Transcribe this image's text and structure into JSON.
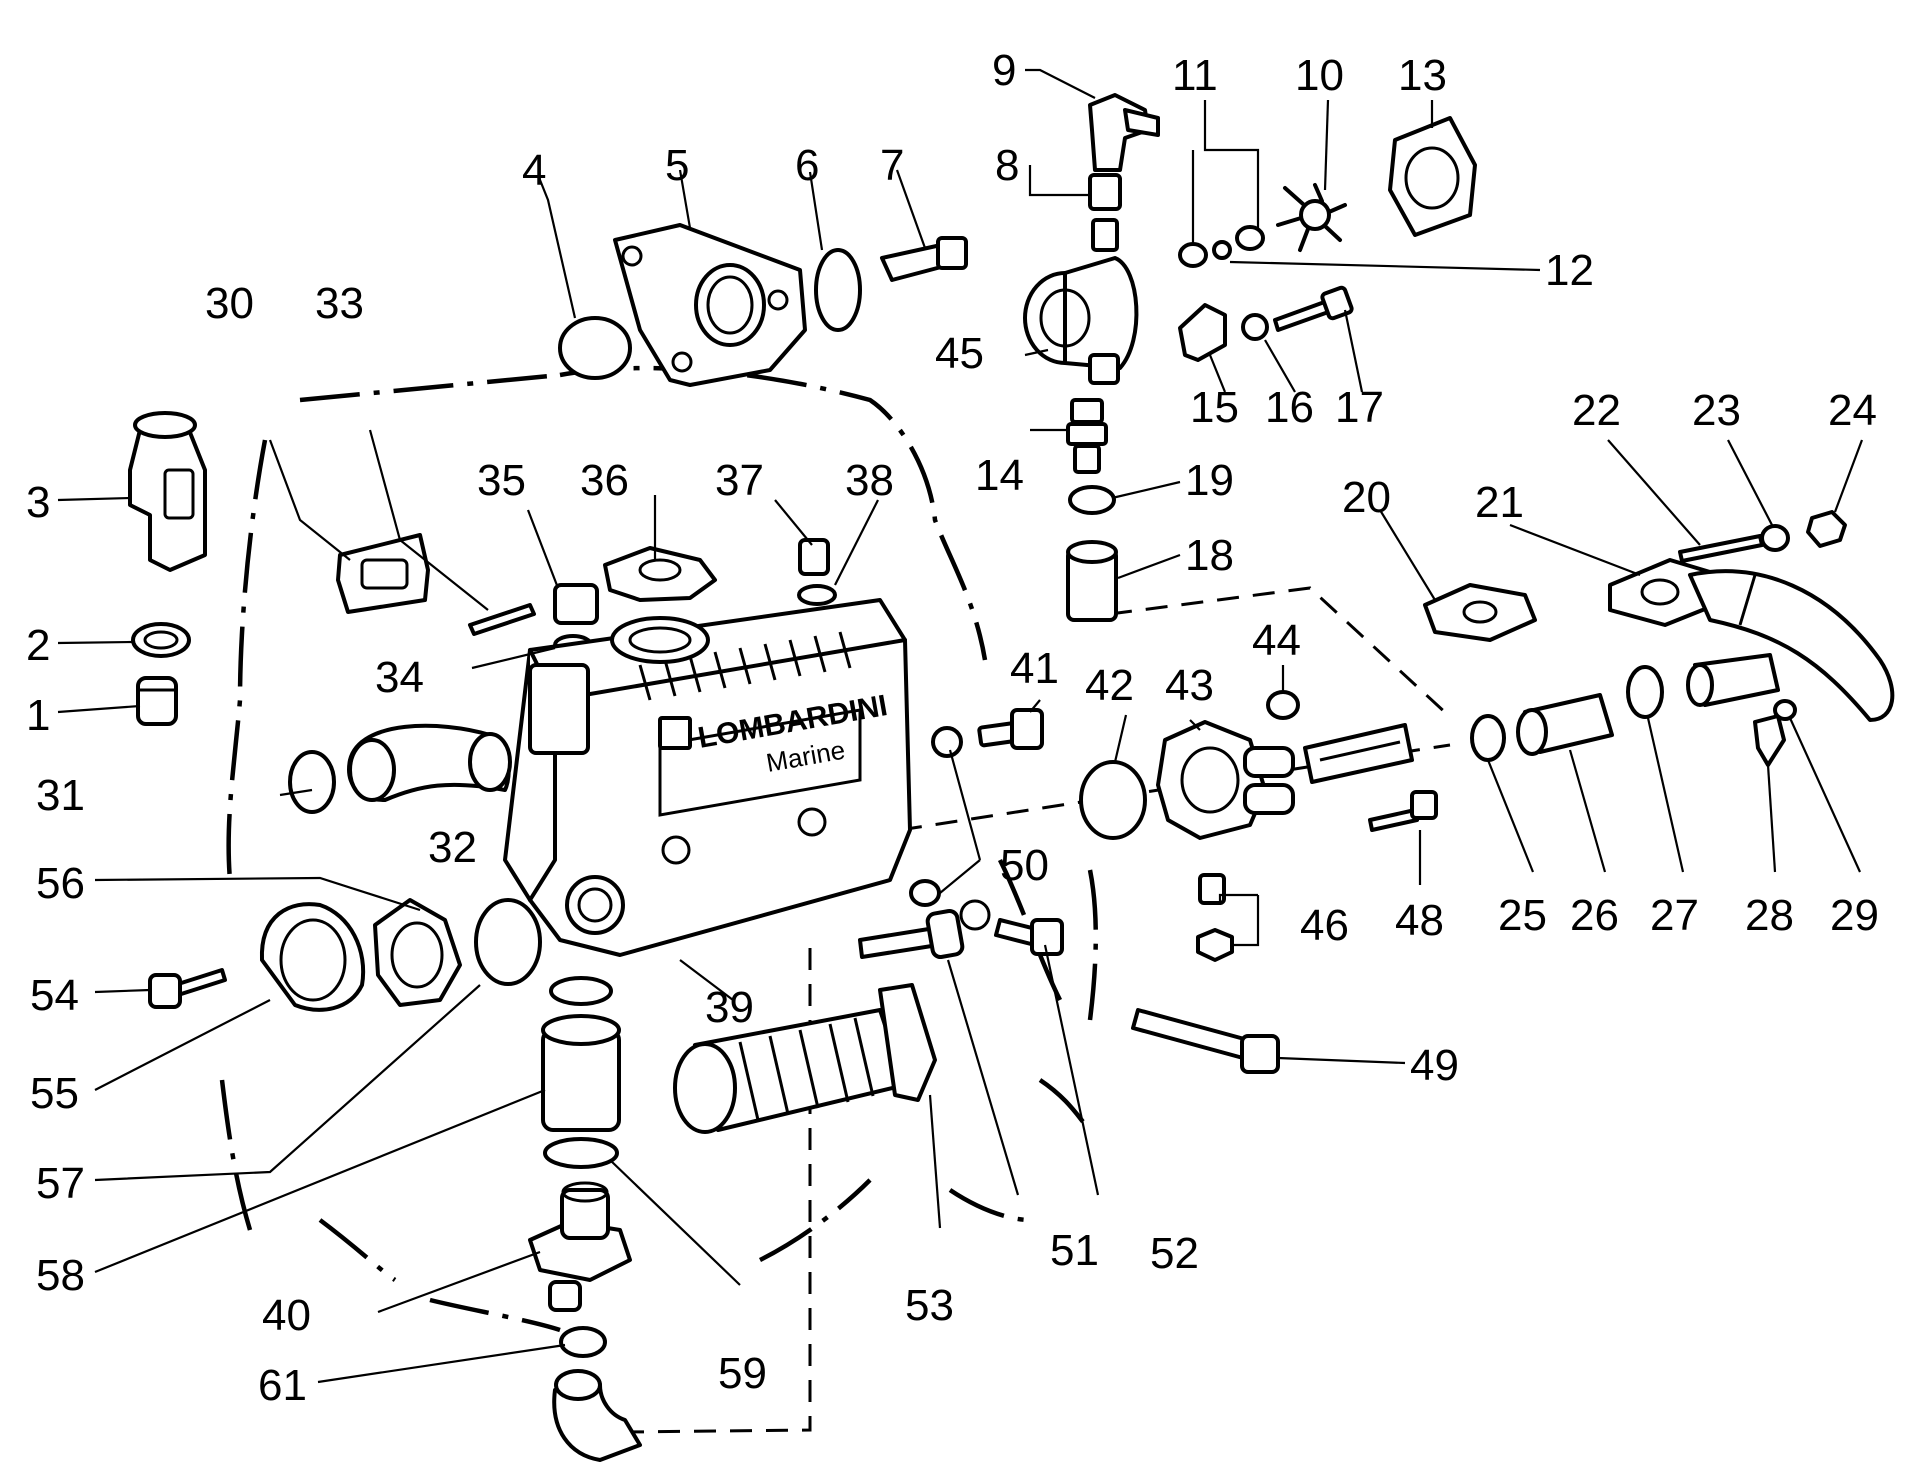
{
  "logo": {
    "brand": "LOMBARDINI",
    "sub": "Marine"
  },
  "callouts": [
    "1",
    "2",
    "3",
    "4",
    "5",
    "6",
    "7",
    "8",
    "9",
    "10",
    "11",
    "12",
    "13",
    "14",
    "15",
    "16",
    "17",
    "18",
    "19",
    "20",
    "21",
    "22",
    "23",
    "24",
    "25",
    "26",
    "27",
    "28",
    "29",
    "30",
    "31",
    "32",
    "33",
    "34",
    "35",
    "36",
    "37",
    "38",
    "39",
    "40",
    "41",
    "42",
    "43",
    "44",
    "45",
    "46",
    "48",
    "49",
    "50",
    "51",
    "52",
    "53",
    "54",
    "55",
    "56",
    "57",
    "58",
    "59",
    "61"
  ]
}
